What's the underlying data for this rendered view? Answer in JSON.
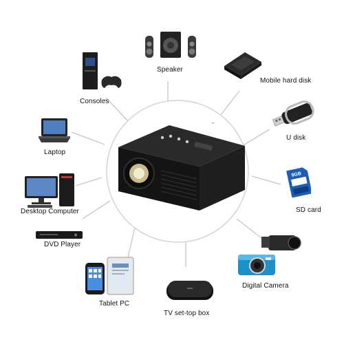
{
  "hub": {
    "name": "mini-projector"
  },
  "devices": [
    {
      "id": "speaker",
      "label": "Speaker",
      "icon": "speaker-icon"
    },
    {
      "id": "mobile-hard-disk",
      "label": "Mobile hard disk",
      "icon": "hard-disk-icon"
    },
    {
      "id": "u-disk",
      "label": "U disk",
      "icon": "usb-drive-icon"
    },
    {
      "id": "sd-card",
      "label": "SD card",
      "icon": "sd-card-icon"
    },
    {
      "id": "digital-camera",
      "label": "Digital Camera",
      "icon": "camera-icon"
    },
    {
      "id": "tv-set-top-box",
      "label": "TV set-top box",
      "icon": "set-top-box-icon"
    },
    {
      "id": "tablet-pc",
      "label": "Tablet PC",
      "icon": "tablet-icon"
    },
    {
      "id": "dvd-player",
      "label": "DVD Player",
      "icon": "dvd-player-icon"
    },
    {
      "id": "desktop-computer",
      "label": "Desktop Computer",
      "icon": "desktop-computer-icon"
    },
    {
      "id": "laptop",
      "label": "Laptop",
      "icon": "laptop-icon"
    },
    {
      "id": "consoles",
      "label": "Consoles",
      "icon": "game-console-icon"
    }
  ],
  "sd_card_print": "8GB",
  "colors": {
    "connector": "#c8c8c8",
    "hub_ring": "#d4d4d4",
    "projector_body": "#141414",
    "label_text": "#111111"
  }
}
